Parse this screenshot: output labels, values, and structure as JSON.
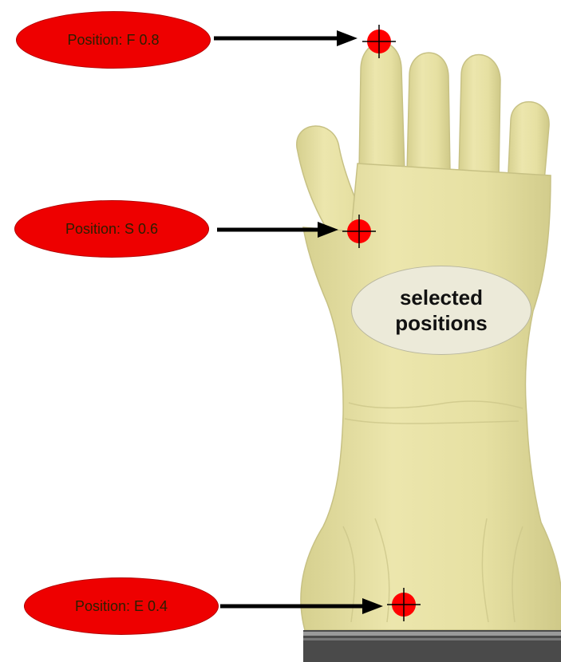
{
  "colors": {
    "label_fill": "#ee0000",
    "marker_fill": "#ff0000",
    "glove": "#e9e3a6",
    "arrow": "#000000",
    "badge_fill": "#ecead9"
  },
  "labels": [
    {
      "id": "F",
      "text": "Position: F 0.8"
    },
    {
      "id": "S",
      "text": "Position: S 0.6"
    },
    {
      "id": "E",
      "text": "Position: E 0.4"
    }
  ],
  "center_badge": {
    "line1": "selected",
    "line2": "positions"
  }
}
